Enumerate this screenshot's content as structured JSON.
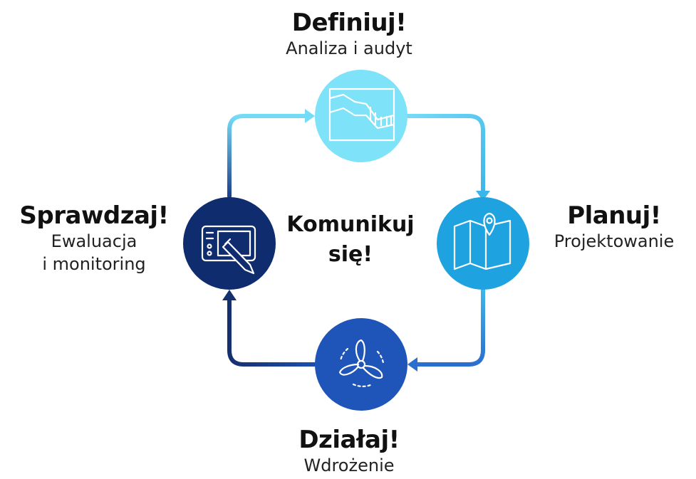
{
  "stages": {
    "top": {
      "title": "Definiuj!",
      "subtitle_lines": [
        "Analiza i audyt"
      ],
      "color": "#7ee2f8",
      "icon": "area-chart-icon"
    },
    "right": {
      "title": "Planuj!",
      "subtitle_lines": [
        "Projektowanie"
      ],
      "color": "#1fa3e0",
      "icon": "map-pin-icon"
    },
    "bottom": {
      "title": "Działaj!",
      "subtitle_lines": [
        "Wdrożenie"
      ],
      "color": "#1f55b8",
      "icon": "propeller-icon"
    },
    "left": {
      "title": "Sprawdzaj!",
      "subtitle_lines": [
        "Ewaluacja",
        "i monitoring"
      ],
      "color": "#0e2c6e",
      "icon": "tablet-stylus-icon"
    }
  },
  "center": {
    "lines": [
      "Komunikuj",
      "się!"
    ]
  },
  "arrows": {
    "top_right": {
      "from": "#74dcf6",
      "to": "#3cb6ea"
    },
    "right_bottom": {
      "from": "#3cb6ea",
      "to": "#2a6fd0"
    },
    "bottom_left": {
      "from": "#1d4fb1",
      "to": "#16306f"
    },
    "left_top": {
      "from": "#1d3f8f",
      "to": "#74dcf6"
    }
  }
}
